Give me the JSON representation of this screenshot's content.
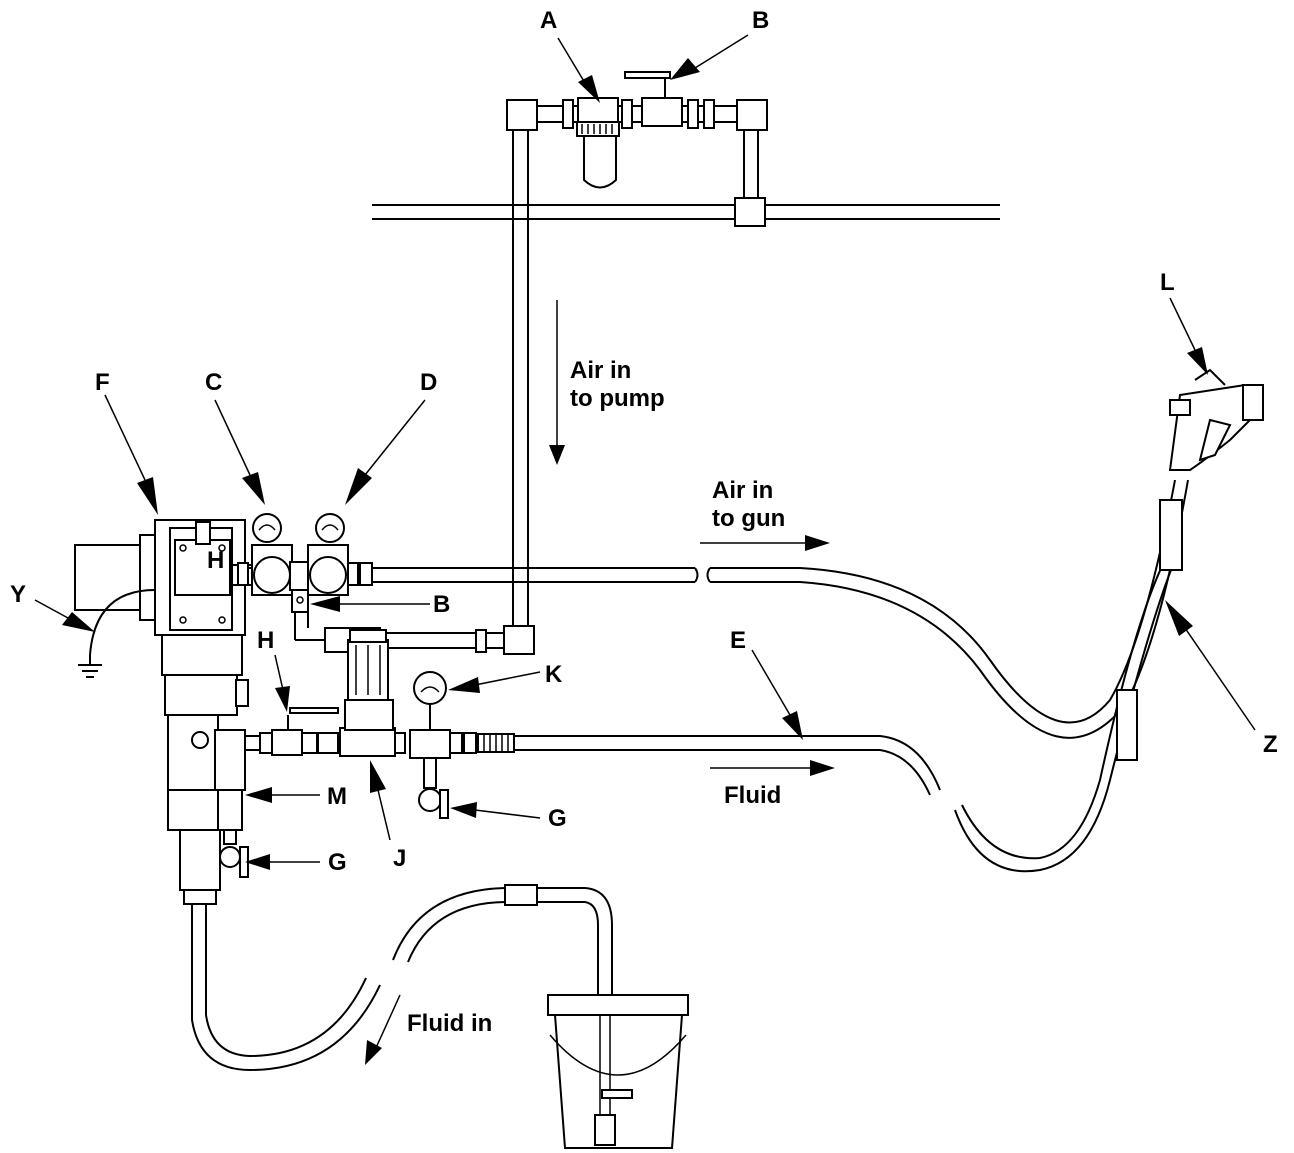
{
  "labels": {
    "A": "A",
    "B_top": "B",
    "B_mid": "B",
    "C": "C",
    "D": "D",
    "E": "E",
    "F": "F",
    "G_left": "G",
    "G_right": "G",
    "H_pump": "H",
    "H_valve": "H",
    "J": "J",
    "K": "K",
    "L": "L",
    "M": "M",
    "Y": "Y",
    "Z": "Z"
  },
  "notes": {
    "air_pump_1": "Air in",
    "air_pump_2": "to pump",
    "air_gun_1": "Air in",
    "air_gun_2": "to gun",
    "fluid": "Fluid",
    "fluid_in": "Fluid in"
  }
}
